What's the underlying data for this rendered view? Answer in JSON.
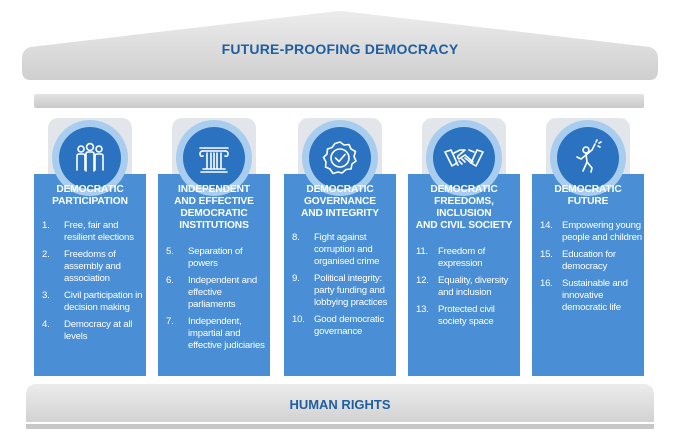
{
  "roof": {
    "title": "FUTURE-PROOFING DEMOCRACY"
  },
  "base": {
    "title": "HUMAN RIGHTS"
  },
  "colors": {
    "pillar": "#4a8fd6",
    "icon_circle": "#2b72c0",
    "halo": "#a9cdef",
    "heading": "#1f5fa0",
    "stone": "#d9d9d9"
  },
  "pillars": [
    {
      "icon": "people-icon",
      "title": [
        "DEMOCRATIC",
        "PARTICIPATION"
      ],
      "items": [
        {
          "num": "1.",
          "text": "Free, fair and resilient elections"
        },
        {
          "num": "2.",
          "text": "Freedoms of assembly and association"
        },
        {
          "num": "3.",
          "text": "Civil participation in decision making"
        },
        {
          "num": "4.",
          "text": "Democracy at all levels"
        }
      ]
    },
    {
      "icon": "column-icon",
      "title": [
        "INDEPENDENT",
        "AND EFFECTIVE",
        "DEMOCRATIC",
        "INSTITUTIONS"
      ],
      "items": [
        {
          "num": "5.",
          "text": "Separation of powers"
        },
        {
          "num": "6.",
          "text": "Independent and effective parliaments"
        },
        {
          "num": "7.",
          "text": "Independent, impartial and effective judiciaries"
        }
      ]
    },
    {
      "icon": "check-seal-icon",
      "title": [
        "DEMOCRATIC",
        "GOVERNANCE",
        "AND INTEGRITY"
      ],
      "items": [
        {
          "num": "8.",
          "text": "Fight against corruption and organised crime"
        },
        {
          "num": "9.",
          "text": "Political integrity: party funding and lobbying practices"
        },
        {
          "num": "10.",
          "text": "Good democratic governance"
        }
      ]
    },
    {
      "icon": "handshake-icon",
      "title": [
        "DEMOCRATIC",
        "FREEDOMS,",
        "INCLUSION",
        "AND CIVIL SOCIETY"
      ],
      "items": [
        {
          "num": "11.",
          "text": "Freedom of expression"
        },
        {
          "num": "12.",
          "text": "Equality, diversity and inclusion"
        },
        {
          "num": "13.",
          "text": "Protected civil society space"
        }
      ]
    },
    {
      "icon": "climbing-person-icon",
      "title": [
        "DEMOCRATIC",
        "FUTURE"
      ],
      "items": [
        {
          "num": "14.",
          "text": "Empowering young people and children"
        },
        {
          "num": "15.",
          "text": "Education for democracy"
        },
        {
          "num": "16.",
          "text": "Sustainable and innovative democratic life"
        }
      ]
    }
  ]
}
